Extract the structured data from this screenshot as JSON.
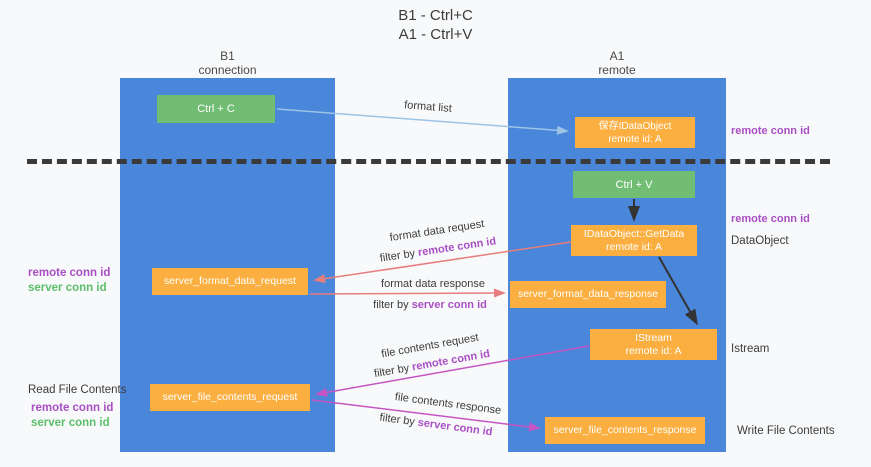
{
  "title": {
    "line1": "B1 - Ctrl+C",
    "line2": "A1 - Ctrl+V"
  },
  "lanes": {
    "left": {
      "name": "B1",
      "subtitle": "connection"
    },
    "right": {
      "name": "A1",
      "subtitle": "remote"
    }
  },
  "nodes": {
    "ctrl_c": "Ctrl + C",
    "ctrl_v": "Ctrl + V",
    "save_idataobject": {
      "line1": "保存IDataObject",
      "line2": "remote id: A"
    },
    "getdata": {
      "line1": "IDataObject::GetData",
      "line2": "remote id: A"
    },
    "istream": {
      "line1": "IStream",
      "line2": "remote id: A"
    },
    "server_format_data_request": "server_format_data_request",
    "server_format_data_response": "server_format_data_response",
    "server_file_contents_request": "server_file_contents_request",
    "server_file_contents_response": "server_file_contents_response"
  },
  "edges": {
    "format_list": "format list",
    "format_data_request": "format data request",
    "format_data_response": "format data response",
    "file_contents_request": "file contents request",
    "file_contents_response": "file contents response",
    "filter_by": "filter by ",
    "remote_conn_id": "remote conn id",
    "server_conn_id": "server conn id"
  },
  "side_labels": {
    "remote_conn_id": "remote conn id",
    "server_conn_id": "server conn id",
    "read_file_contents": "Read File Contents",
    "dataobject": "DataObject",
    "istream": "Istream",
    "write_file_contents": "Write File Contents"
  },
  "colors": {
    "lane_blue": "#4A86D9",
    "node_green": "#71BD74",
    "node_orange": "#FAAF40",
    "arrow_lightblue": "#9DC3E6",
    "arrow_salmon": "#E87D7D",
    "arrow_magenta": "#C455C4",
    "arrow_black": "#333333",
    "text_purple": "#A94FC4",
    "text_green": "#5CBE6A"
  }
}
